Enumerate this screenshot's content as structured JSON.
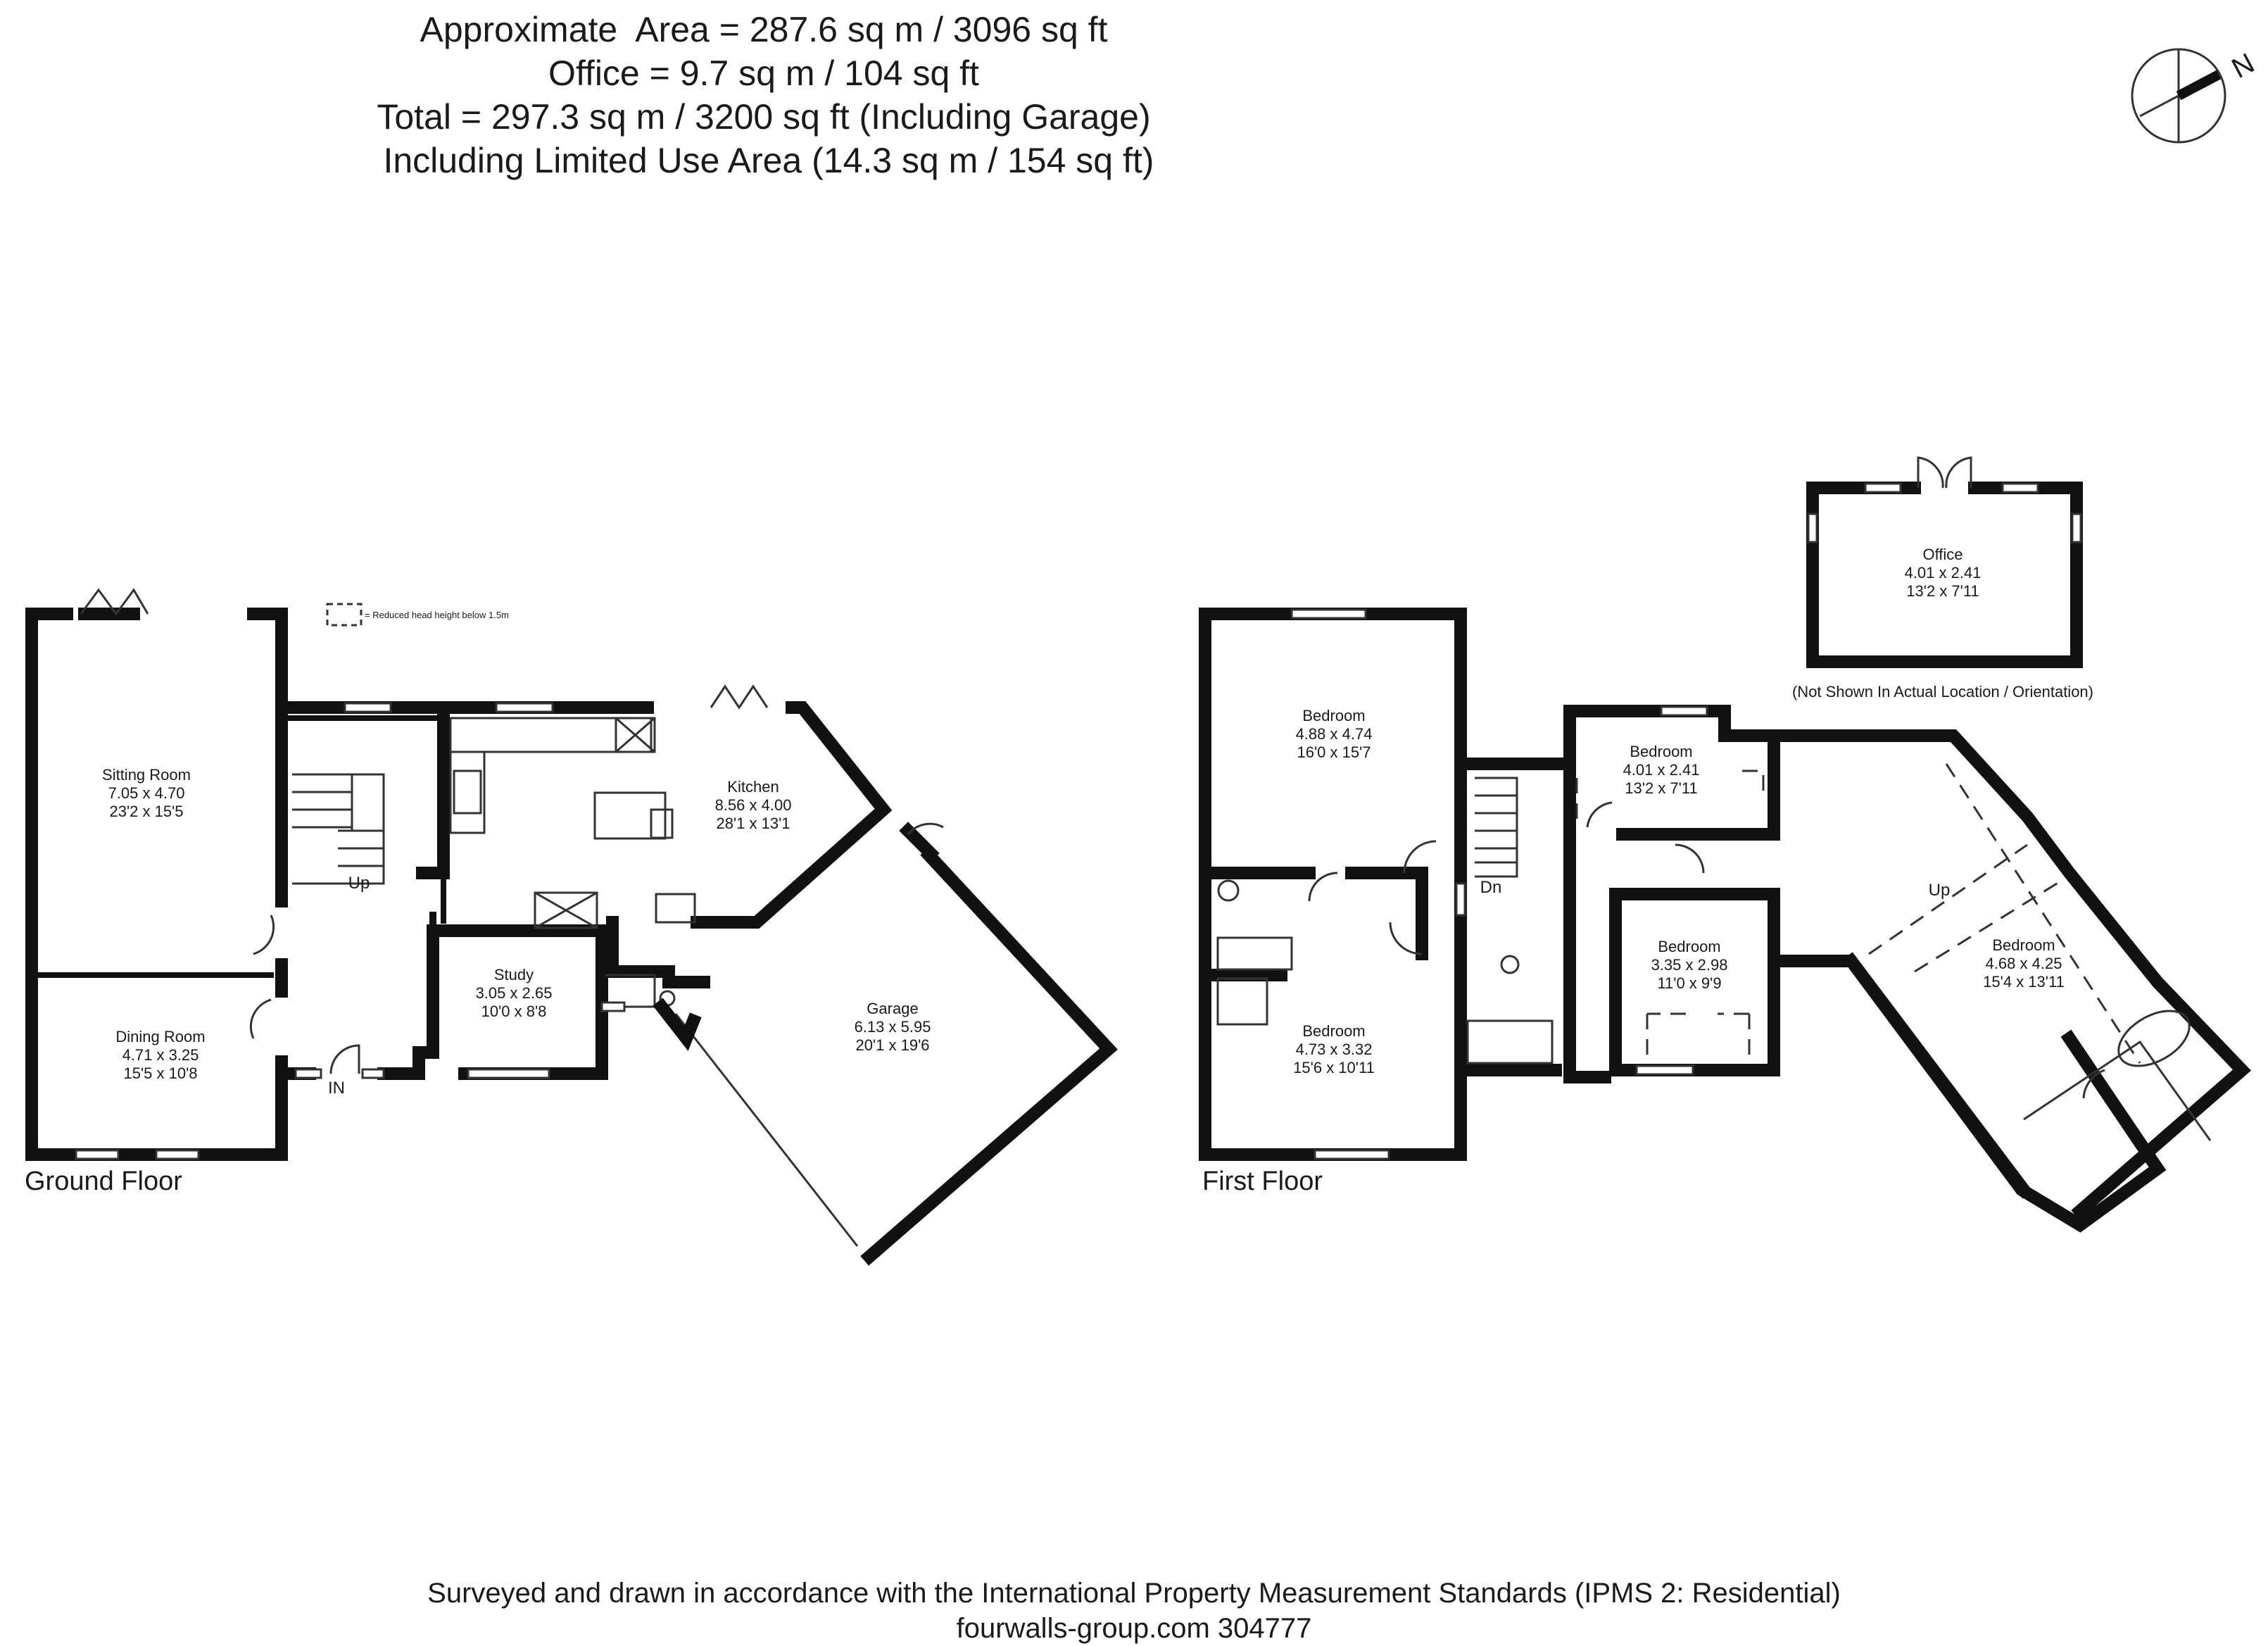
{
  "header": {
    "line1": "Approximate  Area = 287.6 sq m / 3096 sq ft",
    "line2": "Office = 9.7 sq m / 104 sq ft",
    "line3": "Total = 297.3 sq m / 3200 sq ft (Including Garage)",
    "line4": " Including Limited Use Area (14.3 sq m / 154 sq ft)"
  },
  "compass": {
    "label": "N",
    "icon": "north-compass-icon"
  },
  "legend": {
    "text": "= Reduced head height below 1.5m"
  },
  "ground_floor": {
    "label": "Ground Floor",
    "rooms": {
      "sitting": {
        "name": "Sitting Room",
        "metric": "7.05 x 4.70",
        "imperial": "23'2 x 15'5"
      },
      "dining": {
        "name": "Dining Room",
        "metric": "4.71 x 3.25",
        "imperial": "15'5 x 10'8"
      },
      "kitchen": {
        "name": "Kitchen",
        "metric": "8.56 x 4.00",
        "imperial": "28'1 x 13'1"
      },
      "study": {
        "name": "Study",
        "metric": "3.05 x 2.65",
        "imperial": "10'0 x 8'8"
      },
      "garage": {
        "name": "Garage",
        "metric": "6.13 x 5.95",
        "imperial": "20'1 x 19'6"
      }
    },
    "up_label": "Up",
    "in_label": "IN"
  },
  "first_floor": {
    "label": "First Floor",
    "rooms": {
      "bed1": {
        "name": "Bedroom",
        "metric": "4.88 x 4.74",
        "imperial": "16'0 x 15'7"
      },
      "bed2": {
        "name": "Bedroom",
        "metric": "4.01 x 2.41",
        "imperial": "13'2 x 7'11"
      },
      "bed3": {
        "name": "Bedroom",
        "metric": "3.35 x 2.98",
        "imperial": "11'0 x 9'9"
      },
      "bed4": {
        "name": "Bedroom",
        "metric": "4.73 x 3.32",
        "imperial": "15'6 x 10'11"
      },
      "bed5": {
        "name": "Bedroom",
        "metric": "4.68 x 4.25",
        "imperial": "15'4 x 13'11"
      }
    },
    "dn_label": "Dn",
    "up_label": "Up"
  },
  "office": {
    "name": "Office",
    "metric": "4.01 x 2.41",
    "imperial": "13'2 x 7'11",
    "note": "(Not Shown In Actual Location / Orientation)"
  },
  "footer": {
    "line1": "Surveyed and drawn in accordance with the International Property Measurement Standards (IPMS 2: Residential)",
    "line2": "fourwalls-group.com 304777"
  }
}
